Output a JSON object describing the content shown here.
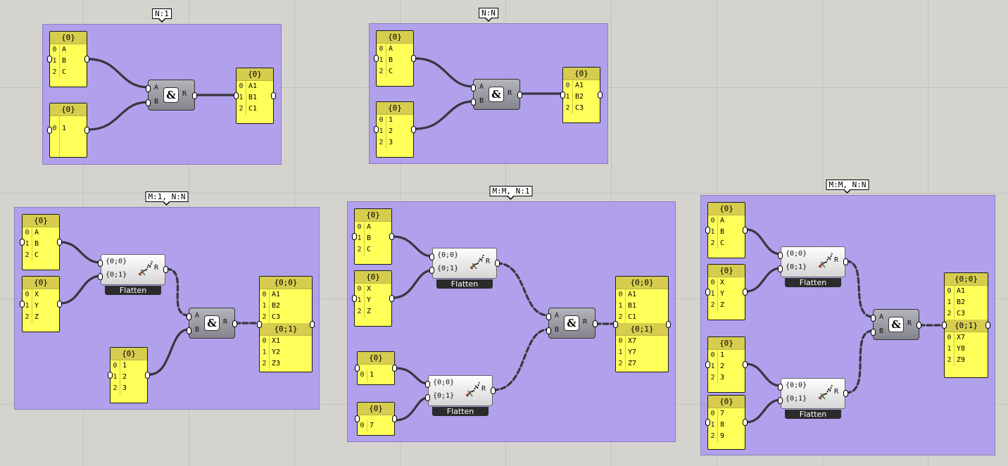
{
  "groups": {
    "g1": "N:1",
    "g2": "N:N",
    "g3": "M:1, N:N",
    "g4": "M:M, N:1",
    "g5": "M:M, N:N"
  },
  "panels": {
    "p1a": {
      "head": "{0}",
      "rows": [
        [
          "0",
          "A"
        ],
        [
          "1",
          "B"
        ],
        [
          "2",
          "C"
        ]
      ]
    },
    "p1b": {
      "head": "{0}",
      "rows": [
        [
          "0",
          "1"
        ]
      ]
    },
    "p1c": {
      "head": "{0}",
      "rows": [
        [
          "0",
          "A1"
        ],
        [
          "1",
          "B1"
        ],
        [
          "2",
          "C1"
        ]
      ]
    },
    "p2a": {
      "head": "{0}",
      "rows": [
        [
          "0",
          "A"
        ],
        [
          "1",
          "B"
        ],
        [
          "2",
          "C"
        ]
      ]
    },
    "p2b": {
      "head": "{0}",
      "rows": [
        [
          "0",
          "1"
        ],
        [
          "1",
          "2"
        ],
        [
          "2",
          "3"
        ]
      ]
    },
    "p2c": {
      "head": "{0}",
      "rows": [
        [
          "0",
          "A1"
        ],
        [
          "1",
          "B2"
        ],
        [
          "2",
          "C3"
        ]
      ]
    },
    "p3a": {
      "head": "{0}",
      "rows": [
        [
          "0",
          "A"
        ],
        [
          "1",
          "B"
        ],
        [
          "2",
          "C"
        ]
      ]
    },
    "p3b": {
      "head": "{0}",
      "rows": [
        [
          "0",
          "X"
        ],
        [
          "1",
          "Y"
        ],
        [
          "2",
          "Z"
        ]
      ]
    },
    "p3c": {
      "head": "{0}",
      "rows": [
        [
          "0",
          "1"
        ],
        [
          "1",
          "2"
        ],
        [
          "2",
          "3"
        ]
      ]
    },
    "p3d": {
      "head": "{0;0}",
      "rows": [
        [
          "0",
          "A1"
        ],
        [
          "1",
          "B2"
        ],
        [
          "2",
          "C3"
        ]
      ],
      "head2": "{0;1}",
      "rows2": [
        [
          "0",
          "X1"
        ],
        [
          "1",
          "Y2"
        ],
        [
          "2",
          "Z3"
        ]
      ]
    },
    "p4a": {
      "head": "{0}",
      "rows": [
        [
          "0",
          "A"
        ],
        [
          "1",
          "B"
        ],
        [
          "2",
          "C"
        ]
      ]
    },
    "p4b": {
      "head": "{0}",
      "rows": [
        [
          "0",
          "X"
        ],
        [
          "1",
          "Y"
        ],
        [
          "2",
          "Z"
        ]
      ]
    },
    "p4c": {
      "head": "{0}",
      "rows": [
        [
          "0",
          "1"
        ]
      ]
    },
    "p4d": {
      "head": "{0}",
      "rows": [
        [
          "0",
          "7"
        ]
      ]
    },
    "p4e": {
      "head": "{0;0}",
      "rows": [
        [
          "0",
          "A1"
        ],
        [
          "1",
          "B1"
        ],
        [
          "2",
          "C1"
        ]
      ],
      "head2": "{0;1}",
      "rows2": [
        [
          "0",
          "X7"
        ],
        [
          "1",
          "Y7"
        ],
        [
          "2",
          "Z7"
        ]
      ]
    },
    "p5a": {
      "head": "{0}",
      "rows": [
        [
          "0",
          "A"
        ],
        [
          "1",
          "B"
        ],
        [
          "2",
          "C"
        ]
      ]
    },
    "p5b": {
      "head": "{0}",
      "rows": [
        [
          "0",
          "X"
        ],
        [
          "1",
          "Y"
        ],
        [
          "2",
          "Z"
        ]
      ]
    },
    "p5c": {
      "head": "{0}",
      "rows": [
        [
          "0",
          "1"
        ],
        [
          "1",
          "2"
        ],
        [
          "2",
          "3"
        ]
      ]
    },
    "p5d": {
      "head": "{0}",
      "rows": [
        [
          "0",
          "7"
        ],
        [
          "1",
          "8"
        ],
        [
          "2",
          "9"
        ]
      ]
    },
    "p5e": {
      "head": "{0;0}",
      "rows": [
        [
          "0",
          "A1"
        ],
        [
          "1",
          "B2"
        ],
        [
          "2",
          "C3"
        ]
      ],
      "head2": "{0;1}",
      "rows2": [
        [
          "0",
          "X7"
        ],
        [
          "1",
          "Y8"
        ],
        [
          "2",
          "Z9"
        ]
      ]
    }
  },
  "concat": {
    "in_a": "A",
    "in_b": "B",
    "out": "R",
    "symbol": "&"
  },
  "flatten": {
    "in0": "{0;0}",
    "in1": "{0;1}",
    "out": "R",
    "name": "Flatten"
  },
  "colors": {
    "panel": "#ffff5a",
    "panel_header": "#d6cd4e",
    "group": "#aa96f0",
    "wire": "#3a3540"
  }
}
